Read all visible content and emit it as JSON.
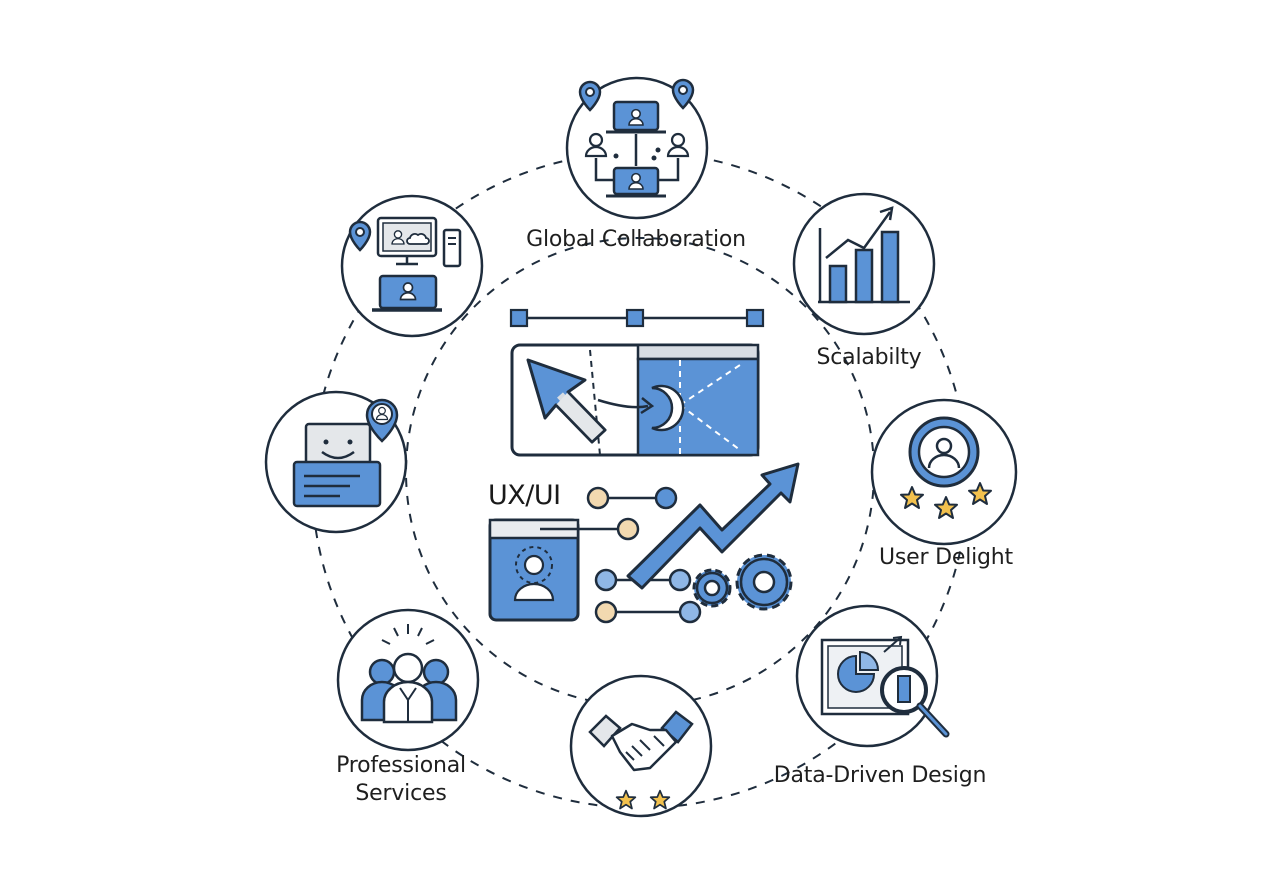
{
  "center": {
    "label": "UX/UI"
  },
  "nodes": [
    {
      "id": "global-collaboration",
      "label": "Global Collaboration",
      "icon": "video-conference-network-icon"
    },
    {
      "id": "scalability",
      "label": "Scalabilty",
      "icon": "bar-chart-growth-icon"
    },
    {
      "id": "user-delight",
      "label": "User Delight",
      "icon": "user-rating-stars-icon"
    },
    {
      "id": "data-driven-design",
      "label": "Data-Driven Design",
      "icon": "chart-magnifier-icon"
    },
    {
      "id": "partnership",
      "label": "",
      "icon": "handshake-stars-icon"
    },
    {
      "id": "professional-services",
      "label_line1": "Professional",
      "label_line2": "Services",
      "icon": "team-professionals-icon"
    },
    {
      "id": "support",
      "label": "",
      "icon": "happy-document-location-icon"
    },
    {
      "id": "remote-work",
      "label": "",
      "icon": "remote-workstation-icon"
    }
  ],
  "colors": {
    "accent": "#5b93d6",
    "accent_light": "#8fb7e6",
    "line": "#1f2d3d",
    "star": "#f2c14e",
    "node_dot": "#f2d9b0"
  }
}
